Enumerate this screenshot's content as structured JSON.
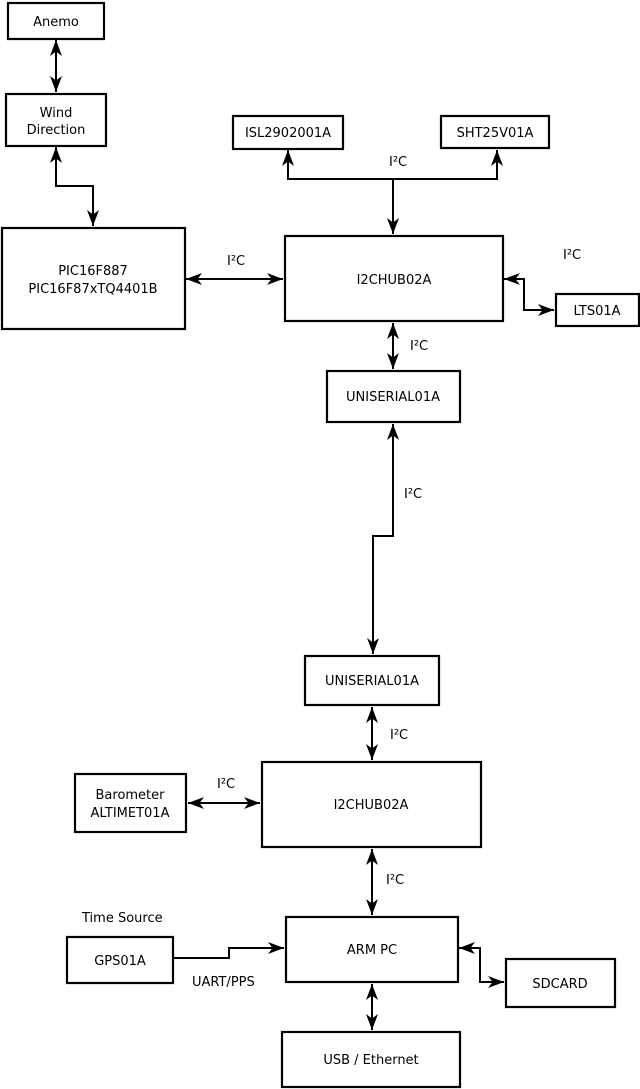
{
  "diagram": {
    "type": "block-diagram",
    "description": "Weather station hardware block diagram",
    "colors": {
      "background": "#ffffff",
      "line": "#000000",
      "box_fill": "#ffffff",
      "text": "#000000"
    },
    "nodes": {
      "anemo": {
        "label": "Anemo"
      },
      "wind_direction": {
        "line1": "Wind",
        "line2": "Direction"
      },
      "pic_mcu": {
        "line1": "PIC16F887",
        "line2": "PIC16F87xTQ4401B"
      },
      "isl_sensor": {
        "label": "ISL2902001A"
      },
      "sht_sensor": {
        "label": "SHT25V01A"
      },
      "i2c_hub_top": {
        "label": "I2CHUB02A"
      },
      "lts_sensor": {
        "label": "LTS01A"
      },
      "uniserial_top": {
        "label": "UNISERIAL01A"
      },
      "uniserial_bottom": {
        "label": "UNISERIAL01A"
      },
      "i2c_hub_bottom": {
        "label": "I2CHUB02A"
      },
      "barometer": {
        "line1": "Barometer",
        "line2": "ALTIMET01A"
      },
      "gps": {
        "label": "GPS01A"
      },
      "arm_pc": {
        "label": "ARM PC"
      },
      "sdcard": {
        "label": "SDCARD"
      },
      "usb_ethernet": {
        "label": "USB / Ethernet"
      }
    },
    "labels": {
      "i2c": "I²C",
      "time_source": "Time Source",
      "uart_pps": "UART/PPS"
    }
  }
}
